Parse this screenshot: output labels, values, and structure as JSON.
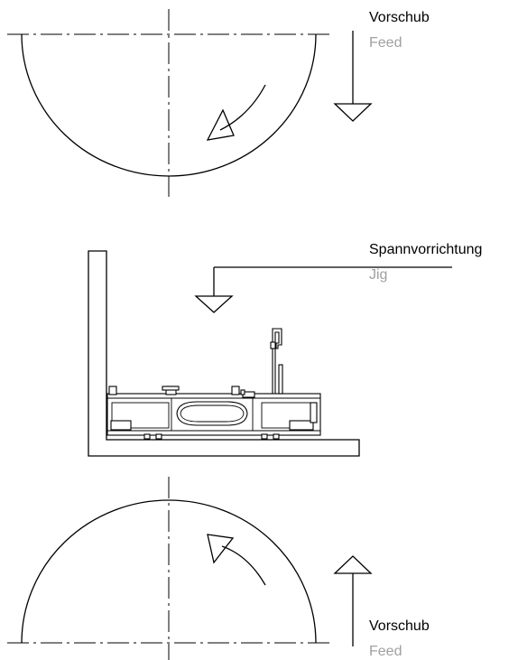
{
  "labels": {
    "top_feed": {
      "de": "Vorschub",
      "en": "Feed"
    },
    "jig": {
      "de": "Spannvorrichtung",
      "en": "Jig"
    },
    "bottom_feed": {
      "de": "Vorschub",
      "en": "Feed"
    }
  }
}
